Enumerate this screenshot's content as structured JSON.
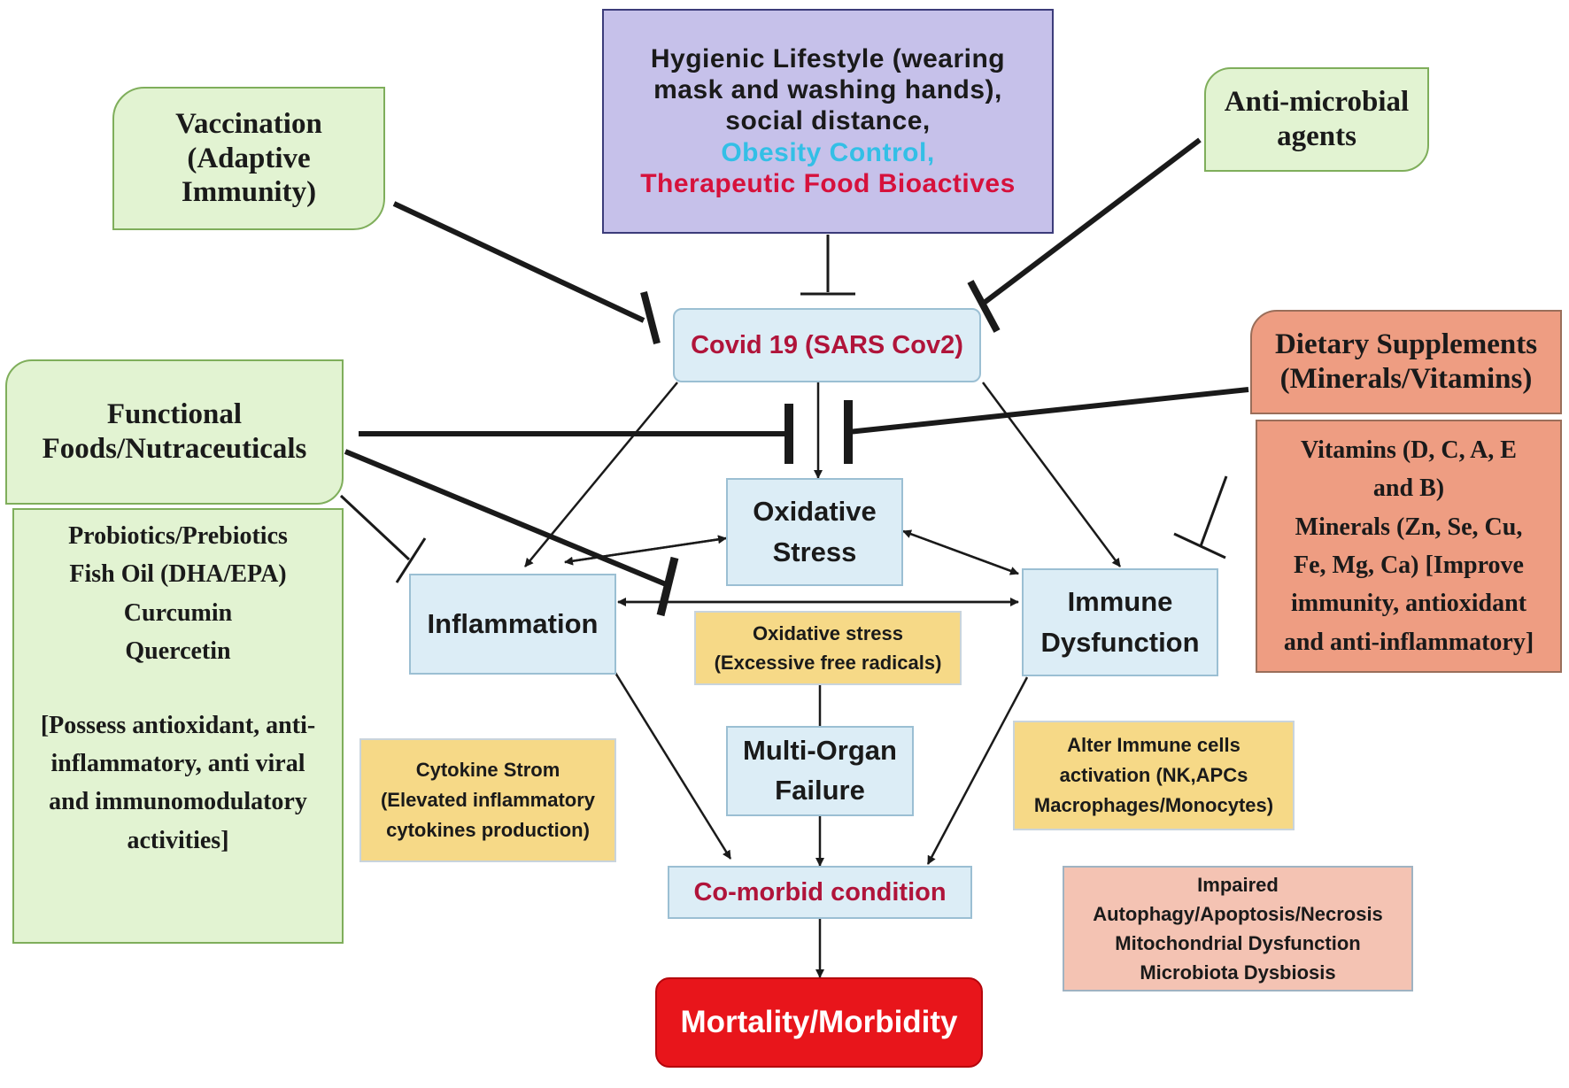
{
  "colors": {
    "covid_red": "#b0143a",
    "obesity_cyan": "#33bfe6",
    "bioactives_red": "#d6113c",
    "mortality_bg": "#e8151b",
    "line": "#1a1a1a"
  },
  "boxes": {
    "hygienic": [
      "Hygienic Lifestyle (wearing",
      "mask and washing hands),",
      "social distance,",
      "Obesity Control,",
      "Therapeutic Food Bioactives"
    ],
    "vaccination": [
      "Vaccination",
      "(Adaptive",
      "Immunity)"
    ],
    "antimicrobial": [
      "Anti-microbial",
      "agents"
    ],
    "covid": "Covid 19 (SARS Cov2)",
    "dietary": [
      "Dietary Supplements",
      "(Minerals/Vitamins)"
    ],
    "vitamins": [
      "Vitamins (D, C, A, E",
      "and B)",
      "Minerals (Zn, Se, Cu,",
      "Fe, Mg, Ca) [Improve",
      "immunity, antioxidant",
      "and anti-inflammatory]"
    ],
    "functional": [
      "Functional",
      "Foods/Nutraceuticals"
    ],
    "probiotics": [
      "Probiotics/Prebiotics",
      "Fish Oil (DHA/EPA)",
      "Curcumin",
      "Quercetin",
      "",
      "[Possess antioxidant, anti-",
      "inflammatory, anti viral",
      "and immunomodulatory",
      "activities]"
    ],
    "oxidative": [
      "Oxidative",
      "Stress"
    ],
    "inflammation": "Inflammation",
    "immune": [
      "Immune",
      "Dysfunction"
    ],
    "oxidative_note": [
      "Oxidative stress",
      "(Excessive free radicals)"
    ],
    "multi_organ": [
      "Multi-Organ",
      "Failure"
    ],
    "cytokine": [
      "Cytokine Strom",
      "(Elevated inflammatory",
      "cytokines production)"
    ],
    "alter_immune": [
      "Alter Immune cells",
      "activation (NK,APCs",
      "Macrophages/Monocytes)"
    ],
    "impaired": [
      "Impaired",
      "Autophagy/Apoptosis/Necrosis",
      "Mitochondrial Dysfunction",
      "Microbiota Dysbiosis"
    ],
    "comorbid": "Co-morbid condition",
    "mortality": "Mortality/Morbidity"
  }
}
